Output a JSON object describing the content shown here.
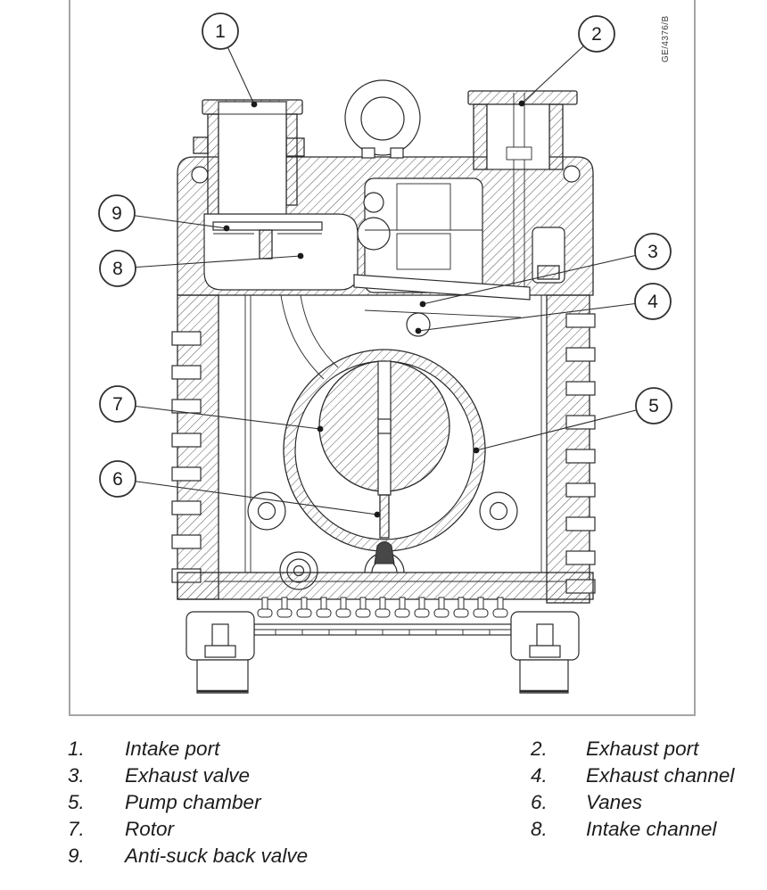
{
  "figure": {
    "stamp": "GE/4376/B",
    "callouts": [
      {
        "num": "1"
      },
      {
        "num": "2"
      },
      {
        "num": "3"
      },
      {
        "num": "4"
      },
      {
        "num": "5"
      },
      {
        "num": "6"
      },
      {
        "num": "7"
      },
      {
        "num": "8"
      },
      {
        "num": "9"
      }
    ],
    "colors": {
      "line": "#2b2b2b",
      "frame": "#a5a5a5"
    }
  },
  "legend": {
    "items": [
      {
        "num": "1.",
        "label": "Intake port"
      },
      {
        "num": "2.",
        "label": "Exhaust port"
      },
      {
        "num": "3.",
        "label": "Exhaust valve"
      },
      {
        "num": "4.",
        "label": "Exhaust channel"
      },
      {
        "num": "5.",
        "label": "Pump chamber"
      },
      {
        "num": "6.",
        "label": "Vanes"
      },
      {
        "num": "7.",
        "label": "Rotor"
      },
      {
        "num": "8.",
        "label": "Intake channel"
      },
      {
        "num": "9.",
        "label": "Anti-suck back valve"
      }
    ]
  }
}
